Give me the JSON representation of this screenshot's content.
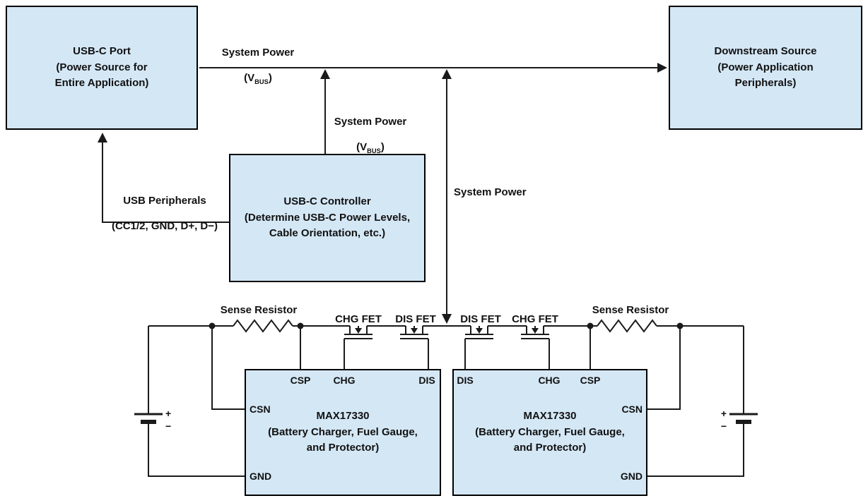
{
  "boxes": {
    "usb_c_port": "USB-C Port\n(Power Source for\nEntire Application)",
    "downstream_source": "Downstream Source\n(Power Application\nPeripherals)",
    "usb_c_controller": "USB-C Controller\n(Determine USB-C Power Levels,\nCable Orientation, etc.)",
    "max17330_left": "MAX17330\n(Battery Charger, Fuel Gauge,\nand Protector)",
    "max17330_right": "MAX17330\n(Battery Charger, Fuel Gauge,\nand Protector)"
  },
  "labels": {
    "system_power": "System Power",
    "vbus_open": "(V",
    "vbus_sub": "BUS",
    "vbus_close": ")",
    "usb_peripherals_line1": "USB Peripherals",
    "usb_peripherals_line2": "(CC1/2, GND, D+, D−)",
    "sense_resistor": "Sense Resistor",
    "chg_fet": "CHG FET",
    "dis_fet": "DIS FET"
  },
  "pins": {
    "csp": "CSP",
    "chg": "CHG",
    "dis": "DIS",
    "csn": "CSN",
    "gnd": "GND"
  },
  "battery": {
    "plus": "+",
    "minus": "−"
  },
  "colors": {
    "box_fill": "#d4e7f5",
    "box_border": "#000000",
    "line": "#1a1a1a",
    "text": "#111111"
  }
}
